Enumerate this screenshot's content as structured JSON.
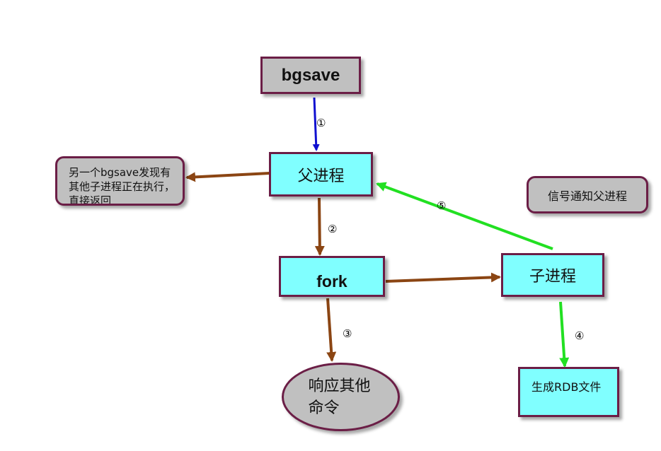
{
  "nodes": {
    "bgsave": "bgsave",
    "parent": "父进程",
    "fork": "fork",
    "child": "子进程",
    "other_bgsave": "另一个bgsave发现有其他子进程正在执行，直接返回",
    "respond": "响应其他命令",
    "rdb": "生成RDB文件",
    "signal": "信号通知父进程"
  },
  "steps": [
    "①",
    "②",
    "③",
    "④",
    "⑤"
  ],
  "colors": {
    "blue_arrow": "#1010d0",
    "brown_arrow": "#8b4513",
    "green_arrow": "#22e022",
    "cyan_box": "#80ffff",
    "gray_box": "#c0c0c0",
    "border": "#6b1e46"
  }
}
